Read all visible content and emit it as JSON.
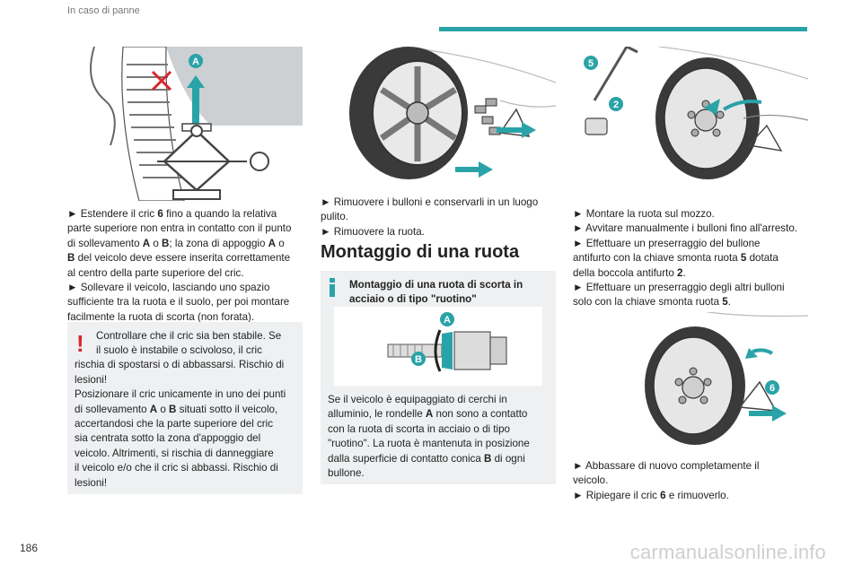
{
  "header": {
    "section": "In caso di panne",
    "accent_color": "#2aa3a8"
  },
  "page_number": "186",
  "watermark": "carmanualsonline.info",
  "figures": {
    "jack": {
      "icon": "jack-lift-figure",
      "callout": "A"
    },
    "remove": {
      "icon": "wheel-removal-figure"
    },
    "mount": {
      "icon": "wheel-mount-figure",
      "callouts": [
        "5",
        "2"
      ]
    },
    "rondelle": {
      "icon": "bolt-washer-figure",
      "callouts": [
        "A",
        "B"
      ]
    },
    "lower": {
      "icon": "jack-lower-figure",
      "callout": "6"
    }
  },
  "col1": {
    "para": {
      "l1_pre": "► Estendere il cric ",
      "l1_b": "6",
      "l1_post": " fino a quando la relativa",
      "l2": "parte superiore non entra in contatto con il punto",
      "l3_pre": "di sollevamento ",
      "l3_b1": "A",
      "l3_mid1": " o ",
      "l3_b2": "B",
      "l3_mid2": "; la zona di appoggio ",
      "l3_b3": "A",
      "l3_post": " o",
      "l4_b": "B",
      "l4_post": " del veicolo deve essere inserita correttamente",
      "l5": "al centro della parte superiore del cric.",
      "l6": "► Sollevare il veicolo, lasciando uno spazio",
      "l7": "sufficiente tra la ruota e il suolo, per poi montare",
      "l8": "facilmente la ruota di scorta (non forata)."
    },
    "warning": {
      "mark": "!",
      "l1": "Controllare che il cric sia ben stabile. Se",
      "l2": "il suolo è instabile o scivoloso, il cric",
      "l3": "rischia di spostarsi o di abbassarsi. Rischio di",
      "l4": "lesioni!",
      "l5": "Posizionare il cric unicamente in uno dei punti",
      "l6_pre": "di sollevamento ",
      "l6_b1": "A",
      "l6_mid": " o ",
      "l6_b2": "B",
      "l6_post": " situati sotto il veicolo,",
      "l7": "accertandosi che la parte superiore del cric",
      "l8": "sia centrata sotto la zona d'appoggio del",
      "l9": "veicolo. Altrimenti, si rischia di danneggiare",
      "l10": "il veicolo e/o che il cric si abbassi. Rischio di",
      "l11": "lesioni!"
    }
  },
  "col2": {
    "para": {
      "l1": "► Rimuovere i bulloni e conservarli in un luogo",
      "l2": "pulito.",
      "l3": "► Rimuovere la ruota."
    },
    "section_title": "Montaggio di una ruota",
    "info": {
      "title_l1": "Montaggio di una ruota di scorta in",
      "title_l2": "acciaio o di tipo \"ruotino\"",
      "l1": "Se il veicolo è equipaggiato di cerchi in",
      "l2_pre": "alluminio, le rondelle ",
      "l2_b": "A",
      "l2_post": " non sono a contatto",
      "l3": "con la ruota di scorta in acciaio o di tipo",
      "l4": "\"ruotino\". La ruota è mantenuta in posizione",
      "l5_pre": "dalla superficie di contatto conica ",
      "l5_b": "B",
      "l5_post": " di ogni",
      "l6": "bullone."
    }
  },
  "col3": {
    "para1": {
      "l1": "► Montare la ruota sul mozzo.",
      "l2": "► Avvitare manualmente i bulloni fino all'arresto.",
      "l3": "► Effettuare un preserraggio del bullone",
      "l4_pre": "antifurto con la chiave smonta ruota ",
      "l4_b": "5",
      "l4_post": " dotata",
      "l5_pre": "della boccola antifurto ",
      "l5_b": "2",
      "l5_post": ".",
      "l6": "► Effettuare un preserraggio degli altri bulloni",
      "l7_pre": "solo con la chiave smonta ruota ",
      "l7_b": "5",
      "l7_post": "."
    },
    "para2": {
      "l1": "► Abbassare di nuovo completamente il",
      "l2": "veicolo.",
      "l3_pre": "► Ripiegare il cric ",
      "l3_b": "6",
      "l3_post": " e rimuoverlo."
    }
  }
}
